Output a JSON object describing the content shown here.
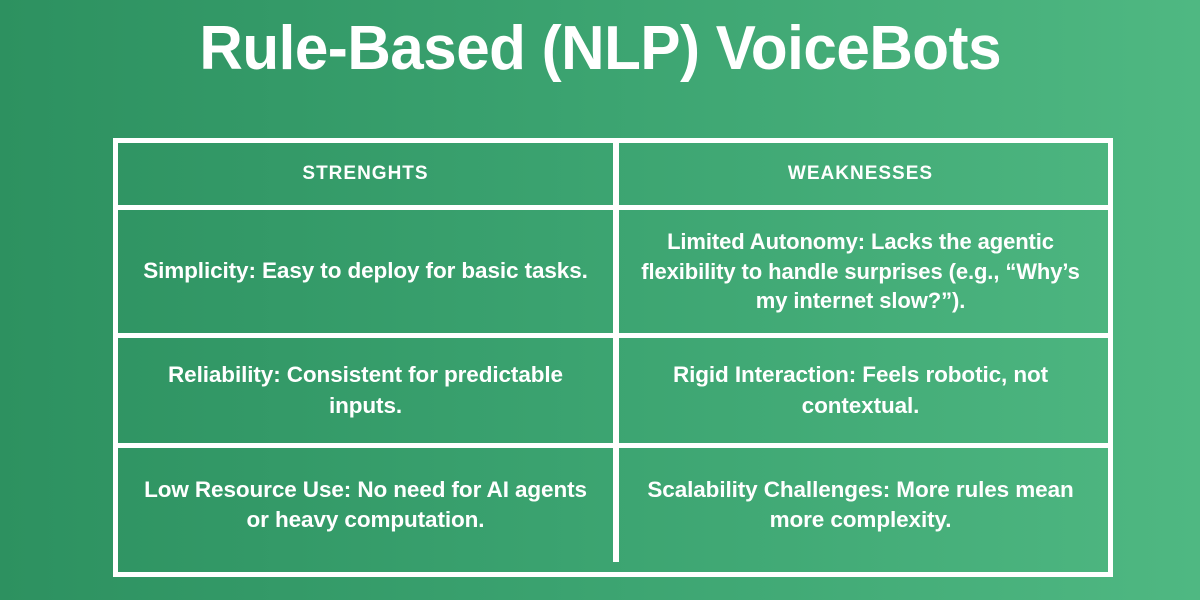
{
  "slide": {
    "title": "Rule-Based (NLP) VoiceBots",
    "background": {
      "gradient_from": "#2d9160",
      "gradient_to": "#4fb882",
      "direction": "left-to-right"
    },
    "text_color": "#ffffff",
    "border_color": "#ffffff"
  },
  "table": {
    "columns": [
      {
        "key": "strengths",
        "header": "STRENGHTS"
      },
      {
        "key": "weaknesses",
        "header": "WEAKNESSES"
      }
    ],
    "rows": [
      {
        "strengths": "Simplicity: Easy to deploy for basic tasks.",
        "weaknesses": "Limited Autonomy: Lacks the agentic flexibility to handle surprises (e.g., “Why’s my internet slow?”)."
      },
      {
        "strengths": "Reliability: Consistent for predictable inputs.",
        "weaknesses": "Rigid Interaction: Feels robotic, not contextual."
      },
      {
        "strengths": "Low Resource Use: No need for AI agents or heavy computation.",
        "weaknesses": "Scalability Challenges: More rules mean more complexity."
      }
    ]
  }
}
